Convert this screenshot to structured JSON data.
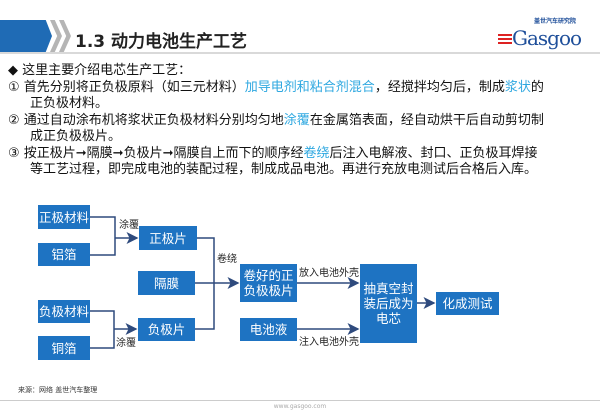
{
  "header": {
    "title": "1.3 动力电池生产工艺",
    "logo_cn": "盖世汽车研究院",
    "logo_en": "Gasgoo"
  },
  "intro": {
    "bullet": "◆ 这里主要介绍电芯生产工艺：",
    "p1": {
      "a": "① 首先分别将正负极原料（如三元材料）",
      "b": "加导电剂和粘合剂混合",
      "c": "，经搅拌均匀后，制成",
      "d": "浆状",
      "e": "的",
      "f": "正负极材料。"
    },
    "p2": {
      "a": "② 通过自动涂布机将浆状正负极材料分别均匀地",
      "b": "涂覆",
      "c": "在金属箔表面，经自动烘干后自动剪切制",
      "d": "成正负极极片。"
    },
    "p3": {
      "a": "③ 按正极片➞隔膜➞负极片➞隔膜自上而下的顺序经",
      "b": "卷绕",
      "c": "后注入电解液、封口、正负极耳焊接",
      "d": "等工艺过程，即完成电池的装配过程，制成成品电池。再进行充放电测试后合格后入库。"
    }
  },
  "diagram": {
    "boxes": {
      "pos_material": "正极材料",
      "al_foil": "铝箔",
      "pos_sheet": "正极片",
      "separator": "隔膜",
      "neg_material": "负极材料",
      "cu_foil": "铜箔",
      "neg_sheet": "负极片",
      "wound": "卷好的正负极极片",
      "electrolyte": "电池液",
      "cell": "抽真空封装后成为电芯",
      "formation": "化成测试"
    },
    "labels": {
      "coat1": "涂覆",
      "coat2": "涂覆",
      "wind": "卷绕",
      "into_case": "放入电池外壳",
      "inject": "注入电池外壳"
    },
    "line_color": "#2e4a7d",
    "box_color": "#1e73c2"
  },
  "footer": {
    "source": "来源：网络  盖世汽车整理",
    "url": "www.gasgoo.com"
  }
}
